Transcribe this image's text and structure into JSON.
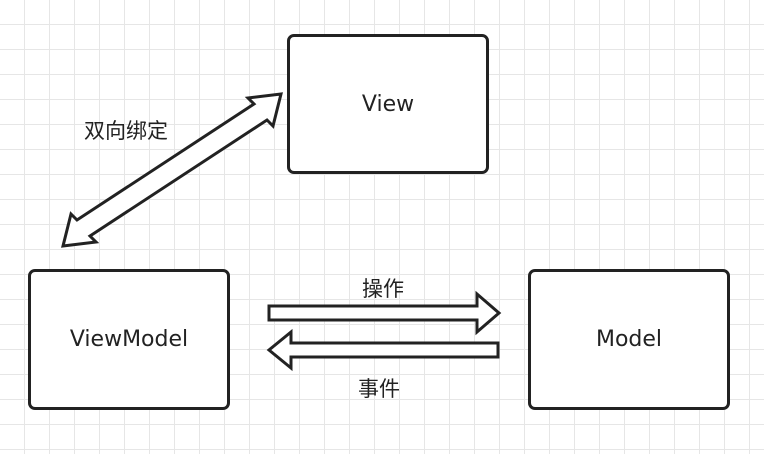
{
  "diagram": {
    "nodes": {
      "view": "View",
      "viewmodel": "ViewModel",
      "model": "Model"
    },
    "edges": {
      "binding": "双向绑定",
      "operation": "操作",
      "event": "事件"
    }
  },
  "colors": {
    "stroke": "#222222",
    "fill": "#ffffff",
    "grid": "#e6e6e6"
  }
}
